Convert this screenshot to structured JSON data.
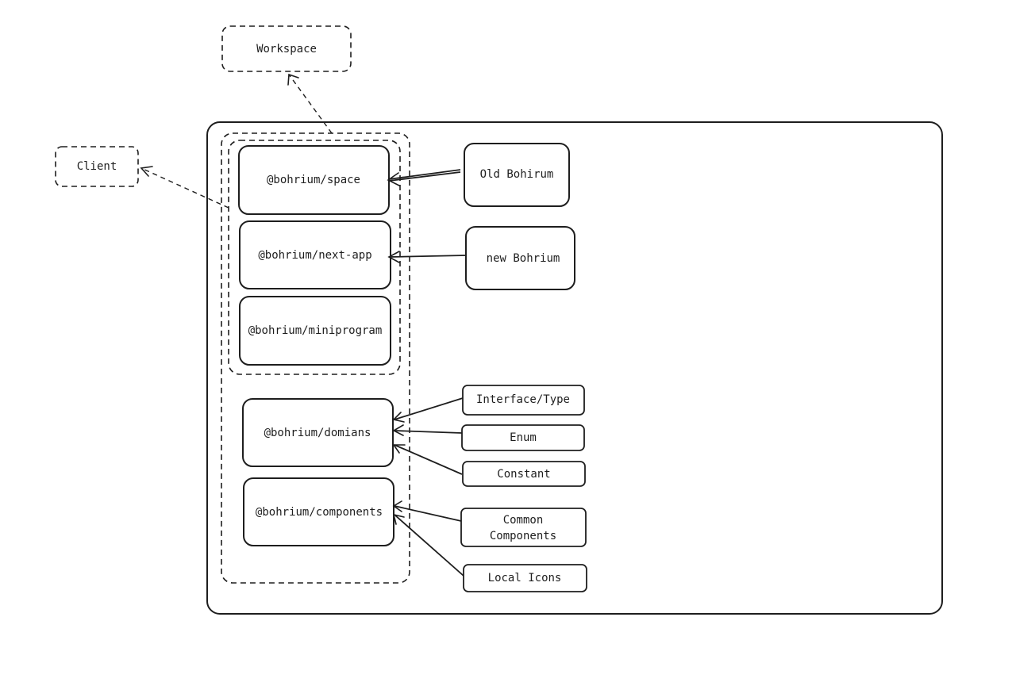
{
  "diagram": {
    "nodes": {
      "workspace": "Workspace",
      "client": "Client",
      "space": "@bohrium/space",
      "next_app": "@bohrium/next-app",
      "miniprogram": "@bohrium/miniprogram",
      "domians": "@bohrium/domians",
      "components": "@bohrium/components",
      "old_bohrium": "Old Bohirum",
      "new_bohrium": "new Bohrium",
      "interface_type": "Interface/Type",
      "enum": "Enum",
      "constant": "Constant",
      "common_components": [
        "Common",
        "Components"
      ],
      "local_icons": "Local Icons"
    }
  }
}
